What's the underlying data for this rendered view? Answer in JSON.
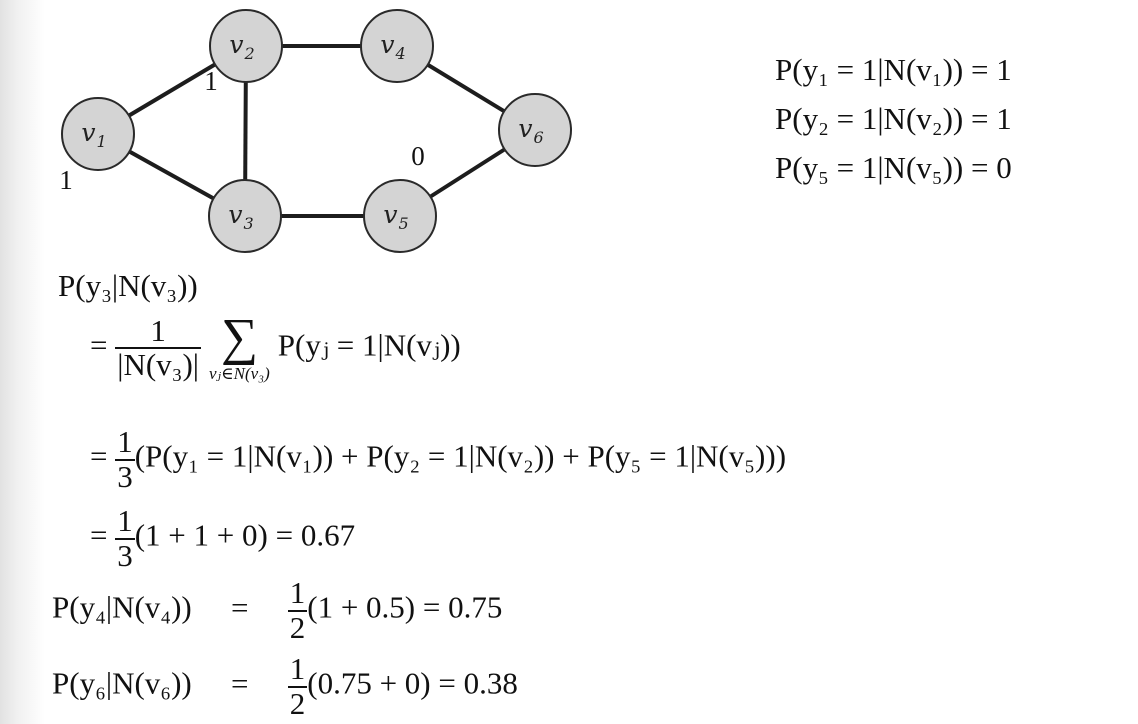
{
  "graph": {
    "nodes": [
      {
        "id": "v1",
        "letter": "v",
        "index": "1",
        "value": "1"
      },
      {
        "id": "v2",
        "letter": "v",
        "index": "2",
        "value": "1"
      },
      {
        "id": "v3",
        "letter": "v",
        "index": "3",
        "value": ""
      },
      {
        "id": "v4",
        "letter": "v",
        "index": "4",
        "value": ""
      },
      {
        "id": "v5",
        "letter": "v",
        "index": "5",
        "value": "0"
      },
      {
        "id": "v6",
        "letter": "v",
        "index": "6",
        "value": ""
      }
    ],
    "edges": [
      [
        "v1",
        "v2"
      ],
      [
        "v1",
        "v3"
      ],
      [
        "v2",
        "v3"
      ],
      [
        "v2",
        "v4"
      ],
      [
        "v3",
        "v5"
      ],
      [
        "v4",
        "v6"
      ],
      [
        "v5",
        "v6"
      ]
    ],
    "colors": {
      "node_fill": "#d4d4d4",
      "node_stroke": "#2a2a2a",
      "edge": "#1d1d1d"
    }
  },
  "equations": {
    "given": [
      {
        "id": "given-1",
        "lhs": "P(y₁ = 1|N(v₁))",
        "rhs": "1"
      },
      {
        "id": "given-2",
        "lhs": "P(y₂ = 1|N(v₂))",
        "rhs": "1"
      },
      {
        "id": "given-3",
        "lhs": "P(y₅ = 1|N(v₅))",
        "rhs": "0"
      }
    ],
    "v3_header": "P(y₃|N(v₃))",
    "v3_general": {
      "frac_num": "1",
      "frac_den": "|N(v₃)|",
      "sum_symbol": "∑",
      "sum_sub": "vⱼ∈N(v₃)",
      "term": "P(yⱼ = 1|N(vⱼ))"
    },
    "v3_expand": {
      "frac_num": "1",
      "frac_den": "3",
      "tail": "(P(y₁ = 1|N(v₁)) + P(y₂ = 1|N(v₂)) + P(y₅ = 1|N(v₅)))"
    },
    "v3_result": {
      "frac_num": "1",
      "frac_den": "3",
      "tail": "(1 + 1 + 0) = 0.67"
    },
    "v4_result": {
      "lhs": "P(y₄|N(v₄))",
      "frac_num": "1",
      "frac_den": "2",
      "tail": "(1 + 0.5) = 0.75"
    },
    "v6_result": {
      "lhs": "P(y₆|N(v₆))",
      "frac_num": "1",
      "frac_den": "2",
      "tail": "(0.75 + 0) = 0.38"
    }
  }
}
